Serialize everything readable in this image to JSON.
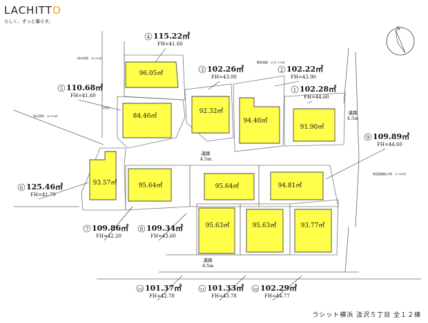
{
  "logo": {
    "name_prefix": "LACHITT",
    "name_suffix": "O",
    "tagline": "らしく、ずっと暮らす。"
  },
  "footer": {
    "caption": "ラシット横浜 汲沢５丁目 全１２棟"
  },
  "compass": {
    "label": "N"
  },
  "roads": [
    {
      "id": "road-right",
      "line1": "道路",
      "line2": "4.5m"
    },
    {
      "id": "road-center",
      "line1": "道路",
      "line2": "4.5m"
    },
    {
      "id": "road-bottom",
      "line1": "道路",
      "line2": "4.5m"
    }
  ],
  "notes": [
    {
      "id": "note-1",
      "text": "排水用地　(6.52㎡)"
    },
    {
      "id": "note-2",
      "text": "(共用)"
    },
    {
      "id": "note-3",
      "text": "排水用地　(6.99㎡)"
    },
    {
      "id": "note-4",
      "text": "開発道路　(211.12㎡)"
    },
    {
      "id": "note-5",
      "text": "新設道路拡大地　(2.50㎡)"
    }
  ],
  "lots": [
    {
      "num": "1",
      "land": "102.28㎡",
      "fh": "FH=44.60",
      "building": "91.90㎡"
    },
    {
      "num": "2",
      "land": "102.22㎡",
      "fh": "FH=43.90",
      "building": "94.40㎡"
    },
    {
      "num": "3",
      "land": "102.26㎡",
      "fh": "FH=43.00",
      "building": "92.32㎡"
    },
    {
      "num": "4",
      "land": "115.22㎡",
      "fh": "FH=41.60",
      "building": "96.05㎡"
    },
    {
      "num": "5",
      "land": "110.68㎡",
      "fh": "FH=41.60",
      "building": "84.46㎡"
    },
    {
      "num": "6",
      "land": "125.46㎡",
      "fh": "FH=41.70",
      "building": "93.57㎡"
    },
    {
      "num": "7",
      "land": "109.86㎡",
      "fh": "FH=42.20",
      "building": "95.64㎡"
    },
    {
      "num": "8",
      "land": "109.34㎡",
      "fh": "FH=43.60",
      "building": "95.64㎡"
    },
    {
      "num": "9",
      "land": "109.89㎡",
      "fh": "FH=44.60",
      "building": "94.81㎡"
    },
    {
      "num": "10",
      "land": "102.29㎡",
      "fh": "FH=44.77",
      "building": "93.77㎡"
    },
    {
      "num": "11",
      "land": "101.33㎡",
      "fh": "FH=43.78",
      "building": "95.63㎡"
    },
    {
      "num": "12",
      "land": "101.37㎡",
      "fh": "FH=42.78",
      "building": "95.63㎡"
    }
  ],
  "colors": {
    "building_fill": "#ffff4a",
    "line": "#555555",
    "text": "#111111"
  }
}
